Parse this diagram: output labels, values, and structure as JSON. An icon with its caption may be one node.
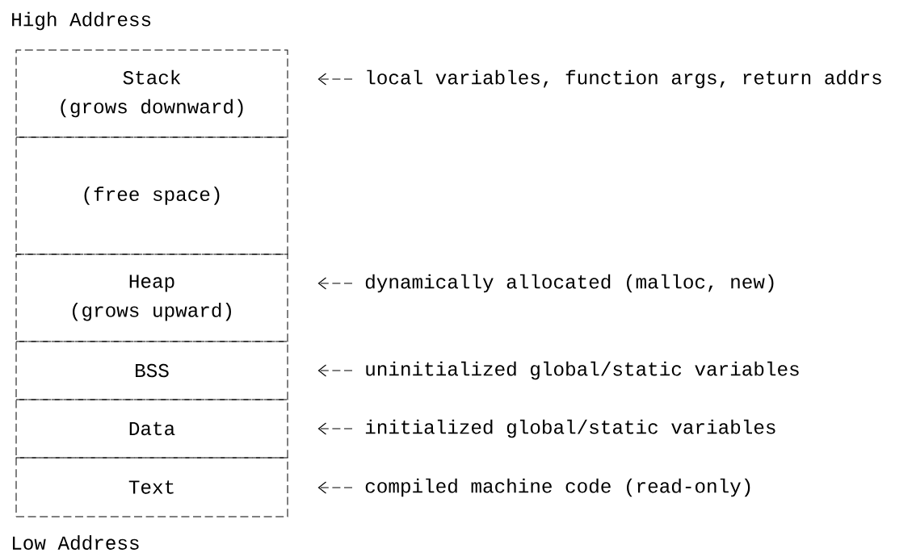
{
  "diagram": {
    "nodes": [
      {
        "text": [
          "Stack",
          "(grows downward)"
        ]
      },
      {
        "text": [
          "local variables, function args, return addrs"
        ]
      },
      {
        "text": [
          "(free space)"
        ]
      },
      {
        "text": [
          "Heap",
          "(grows upward)"
        ]
      },
      {
        "text": [
          "dynamically allocated (malloc, new)"
        ]
      },
      {
        "text": [
          "BSS"
        ]
      },
      {
        "text": [
          "uninitialized global/static variables"
        ]
      },
      {
        "text": [
          "Data"
        ]
      },
      {
        "text": [
          "initialized global/static variables"
        ]
      },
      {
        "text": [
          "Text"
        ]
      },
      {
        "text": [
          "compiled machine code (read-only)"
        ]
      }
    ],
    "edges": [
      {
        "from": 1,
        "to": 0,
        "arrow": "to"
      },
      {
        "from": 4,
        "to": 3,
        "arrow": "to"
      },
      {
        "from": 6,
        "to": 5,
        "arrow": "to"
      },
      {
        "from": 8,
        "to": 7,
        "arrow": "to"
      },
      {
        "from": 10,
        "to": 9,
        "arrow": "to"
      }
    ],
    "labels": [
      "High Address",
      "Low Address"
    ]
  }
}
